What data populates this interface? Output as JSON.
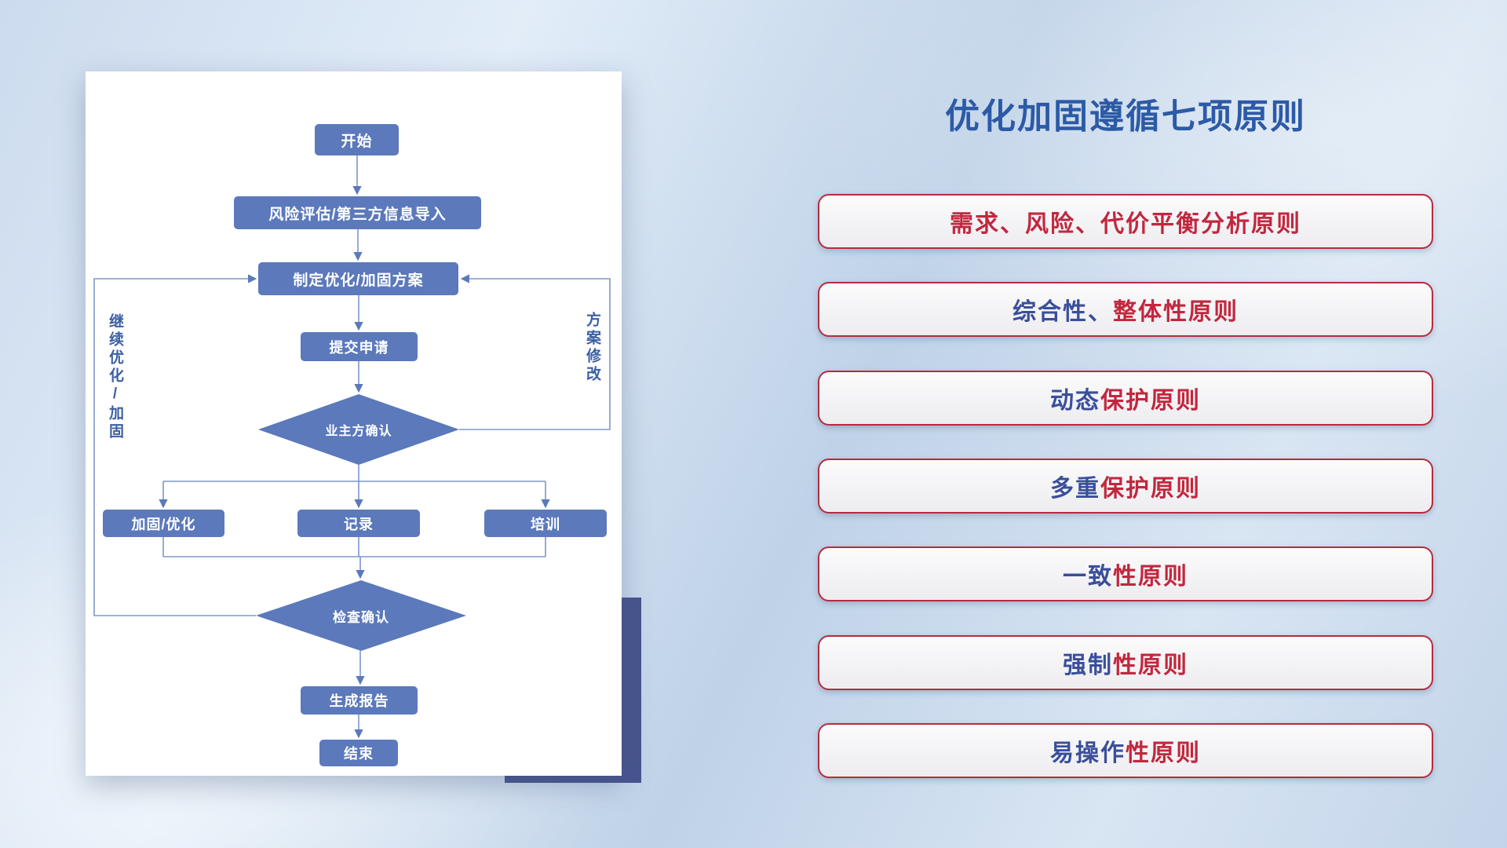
{
  "flowchart": {
    "nodes": [
      {
        "id": "start",
        "label": "开始",
        "type": "rect"
      },
      {
        "id": "risk-import",
        "label": "风险评估/第三方信息导入",
        "type": "rect"
      },
      {
        "id": "make-plan",
        "label": "制定优化/加固方案",
        "type": "rect"
      },
      {
        "id": "submit-request",
        "label": "提交申请",
        "type": "rect"
      },
      {
        "id": "owner-confirm",
        "label": "业主方确认",
        "type": "diamond"
      },
      {
        "id": "harden-optimize",
        "label": "加固/优化",
        "type": "rect"
      },
      {
        "id": "record",
        "label": "记录",
        "type": "rect"
      },
      {
        "id": "training",
        "label": "培训",
        "type": "rect"
      },
      {
        "id": "check-confirm",
        "label": "检查确认",
        "type": "diamond"
      },
      {
        "id": "generate-report",
        "label": "生成报告",
        "type": "rect"
      },
      {
        "id": "end",
        "label": "结束",
        "type": "rect"
      }
    ],
    "loop_labels": {
      "left": "继续优化/加固",
      "right": "方案修改"
    },
    "node_color": "#5b79bb",
    "connector_color": "#7d98cc"
  },
  "panel": {
    "title": "优化加固遵循七项原则",
    "title_color": "#2c5aa6",
    "box_border_color": "#b52c3e",
    "principles": [
      {
        "parts": [
          {
            "text": "需求、风险、代价平衡分析原则",
            "color": "#c2273e"
          }
        ]
      },
      {
        "parts": [
          {
            "text": "综合性、",
            "color": "#3a4f9b"
          },
          {
            "text": "整体性原则",
            "color": "#c2273e"
          }
        ]
      },
      {
        "parts": [
          {
            "text": "动态",
            "color": "#3a4f9b"
          },
          {
            "text": "保护原则",
            "color": "#c2273e"
          }
        ]
      },
      {
        "parts": [
          {
            "text": "多重",
            "color": "#3a4f9b"
          },
          {
            "text": "保护原则",
            "color": "#c2273e"
          }
        ]
      },
      {
        "parts": [
          {
            "text": "一致",
            "color": "#3a4f9b"
          },
          {
            "text": "性原则",
            "color": "#c2273e"
          }
        ]
      },
      {
        "parts": [
          {
            "text": "强制",
            "color": "#3a4f9b"
          },
          {
            "text": "性原则",
            "color": "#c2273e"
          }
        ]
      },
      {
        "parts": [
          {
            "text": "易操作",
            "color": "#3a4f9b"
          },
          {
            "text": "性原则",
            "color": "#c2273e"
          }
        ]
      }
    ]
  }
}
